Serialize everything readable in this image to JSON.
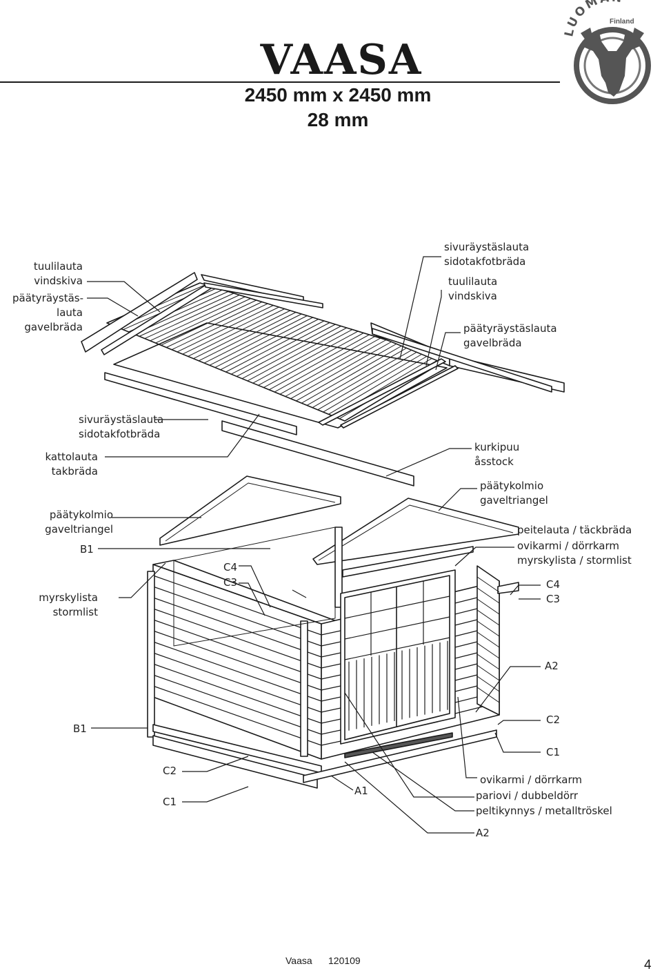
{
  "header": {
    "title": "VAASA",
    "dimensions": "2450 mm x 2450 mm",
    "thickness": "28 mm"
  },
  "logo": {
    "brand": "LUOMAN",
    "country": "Finland",
    "icon": "moose-head-icon"
  },
  "labels": {
    "windboard_left": "tuulilauta\nvindskiva",
    "gable_board_left": "päätyräystäs-\nlauta\ngavelbräda",
    "side_eave_top": "sivuräystäslauta\nsidotakfotbräda",
    "windboard_right": "tuulilauta\nvindskiva",
    "gable_board_right": "päätyräystäslauta\ngavelbräda",
    "side_eave_left": "sivuräystäslauta\nsidotakfotbräda",
    "roof_board": "kattolauta\ntakbräda",
    "ridge": "kurkipuu\nåsstock",
    "gable_triangle_left": "päätykolmio\ngaveltriangel",
    "gable_triangle_right": "päätykolmio\ngaveltriangel",
    "b1_top": "B1",
    "cover_board": "peitelauta / täckbräda",
    "door_frame_top": "ovikarmi / dörrkarm",
    "storm_strip_right": "myrskylista / stormlist",
    "c4_left": "C4",
    "c3_left": "C3",
    "c4_right": "C4",
    "c3_right": "C3",
    "storm_strip_left": "myrskylista\nstormlist",
    "a2_right": "A2",
    "b1_bottom": "B1",
    "c2_right": "C2",
    "c1_right": "C1",
    "c2_left": "C2",
    "c1_left": "C1",
    "a1": "A1",
    "door_frame_bottom": "ovikarmi / dörrkarm",
    "double_door": "pariovi / dubbeldörr",
    "threshold": "peltikynnys / metalltröskel",
    "a2_bottom": "A2"
  },
  "footer": {
    "model": "Vaasa",
    "code": "120109",
    "page": "4"
  }
}
